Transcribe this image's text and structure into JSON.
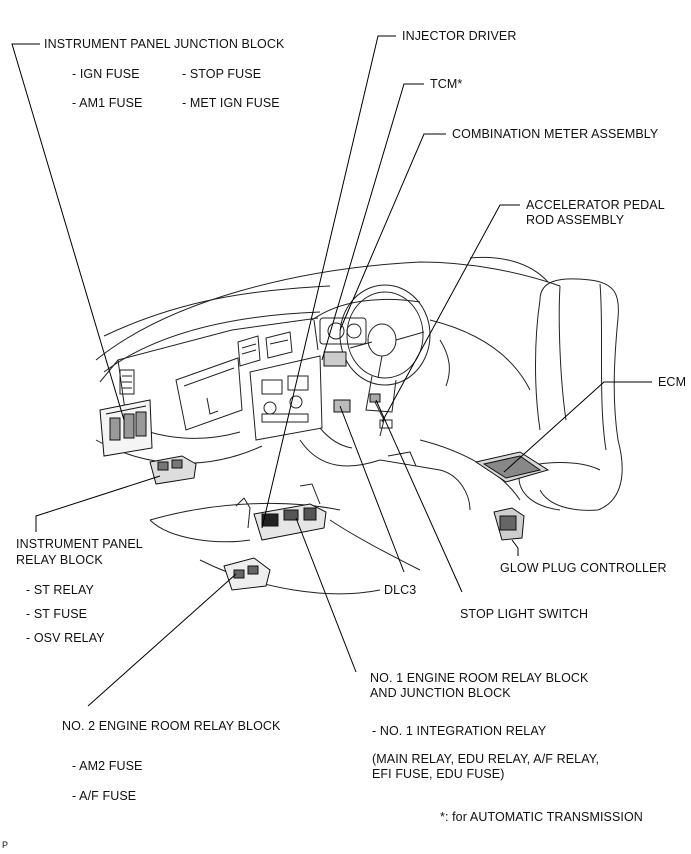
{
  "labels": {
    "ipjb": "INSTRUMENT PANEL JUNCTION BLOCK",
    "ign_fuse": "- IGN FUSE",
    "stop_fuse": "- STOP FUSE",
    "am1_fuse": "- AM1 FUSE",
    "met_ign_fuse": "- MET IGN FUSE",
    "injector_driver": "INJECTOR DRIVER",
    "tcm": "TCM*",
    "combination_meter": "COMBINATION METER ASSEMBLY",
    "accel_pedal_1": "ACCELERATOR PEDAL",
    "accel_pedal_2": "ROD ASSEMBLY",
    "ecm": "ECM",
    "glow_plug": "GLOW PLUG CONTROLLER",
    "iprb_1": "INSTRUMENT PANEL",
    "iprb_2": "RELAY BLOCK",
    "st_relay": "- ST RELAY",
    "st_fuse": "- ST FUSE",
    "osv_relay": "- OSV RELAY",
    "dlc3": "DLC3",
    "stop_light_switch": "STOP LIGHT SWITCH",
    "no1_erb_1": "NO. 1 ENGINE ROOM RELAY BLOCK",
    "no1_erb_2": "AND JUNCTION BLOCK",
    "no1_integration": "- NO. 1 INTEGRATION RELAY",
    "no1_detail_1": "(MAIN RELAY, EDU RELAY, A/F RELAY,",
    "no1_detail_2": "EFI FUSE, EDU FUSE)",
    "no2_erb": "NO. 2 ENGINE ROOM RELAY BLOCK",
    "am2_fuse": "- AM2 FUSE",
    "af_fuse": "- A/F FUSE",
    "footnote": "*: for AUTOMATIC TRANSMISSION",
    "page_mark": "P"
  }
}
